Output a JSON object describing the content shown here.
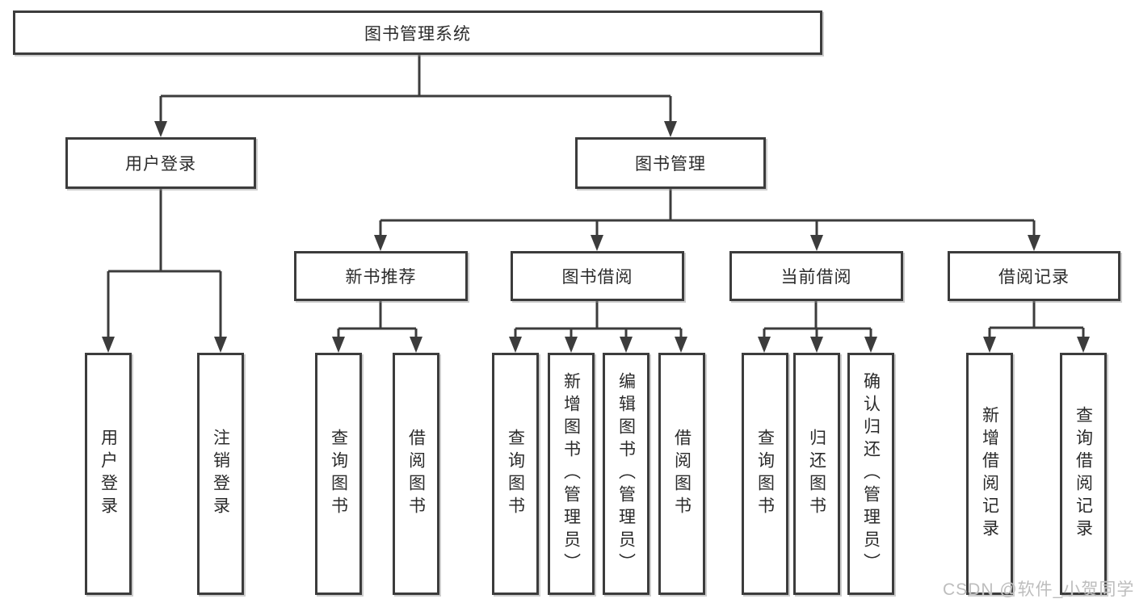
{
  "tree": {
    "label": "图书管理系统",
    "children": [
      {
        "label": "用户登录",
        "children": [
          {
            "label": "用户登录"
          },
          {
            "label": "注销登录"
          }
        ]
      },
      {
        "label": "图书管理",
        "children": [
          {
            "label": "新书推荐",
            "children": [
              {
                "label": "查询图书"
              },
              {
                "label": "借阅图书"
              }
            ]
          },
          {
            "label": "图书借阅",
            "children": [
              {
                "label": "查询图书"
              },
              {
                "label": "新增图书（管理员）"
              },
              {
                "label": "编辑图书（管理员）"
              },
              {
                "label": "借阅图书"
              }
            ]
          },
          {
            "label": "当前借阅",
            "children": [
              {
                "label": "查询图书"
              },
              {
                "label": "归还图书"
              },
              {
                "label": "确认归还（管理员）"
              }
            ]
          },
          {
            "label": "借阅记录",
            "children": [
              {
                "label": "新增借阅记录"
              },
              {
                "label": "查询借阅记录"
              }
            ]
          }
        ]
      }
    ]
  },
  "watermark": "CSDN @软件_小贺同学",
  "colors": {
    "line": "#3c3c3c",
    "box_border": "#3c3c3c",
    "box_background": "#ffffff",
    "box_text": "#2b2b2b",
    "watermark_text": "#bdbdbd",
    "page_background": "#ffffff"
  }
}
